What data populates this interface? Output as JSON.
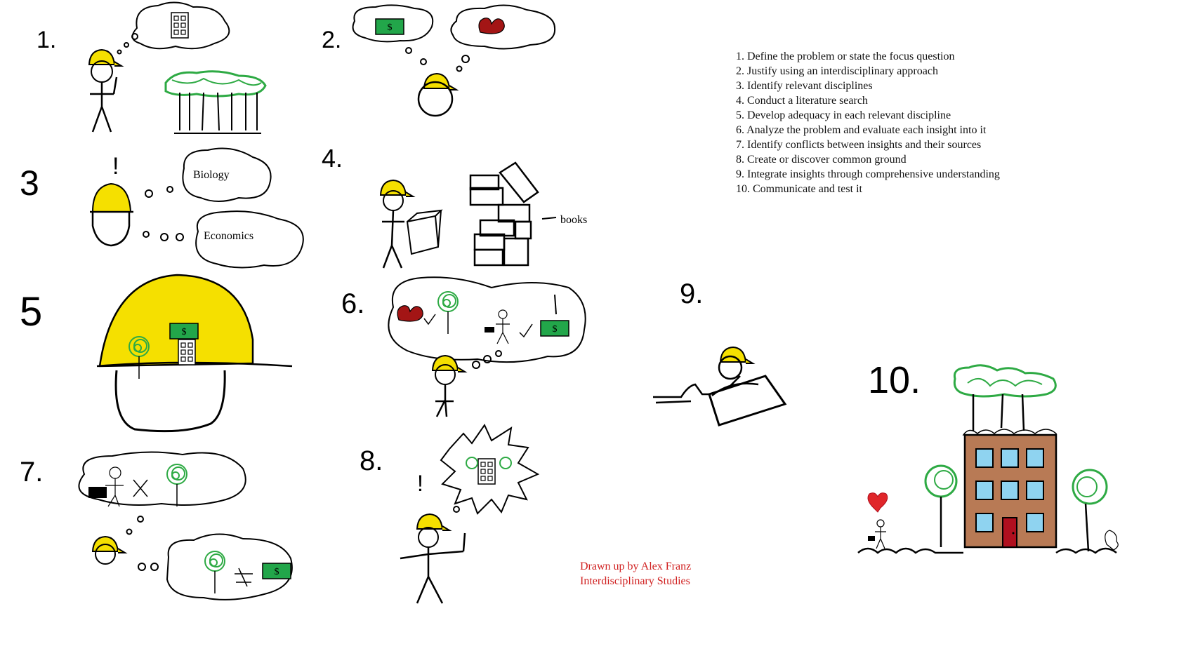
{
  "numbers": [
    "1.",
    "2.",
    "3",
    "4.",
    "5",
    "6.",
    "7.",
    "8.",
    "9.",
    "10."
  ],
  "labels": {
    "biology": "Biology",
    "economics": "Economics",
    "books": "books",
    "dollar": "$"
  },
  "steps": [
    "1. Define the problem or state the focus question",
    "2. Justify using an interdisciplinary approach",
    "3. Identify relevant disciplines",
    "4. Conduct a literature search",
    "5. Develop adequacy in each relevant discipline",
    "6. Analyze the problem and evaluate each insight into it",
    "7. Identify conflicts between insights and their sources",
    "8. Create or discover common ground",
    "9. Integrate insights through comprehensive understanding",
    "10. Communicate and test it"
  ],
  "credit": {
    "line1": "Drawn up by Alex Franz",
    "line2": "Interdisciplinary Studies"
  },
  "colors": {
    "hat": "#f5e000",
    "money": "#22a64a",
    "tree": "#2eaa44",
    "squirrel": "#a31515",
    "building": "#b87a55",
    "window": "#8fd3f0",
    "door": "#b0101f",
    "credit": "#d02020"
  }
}
